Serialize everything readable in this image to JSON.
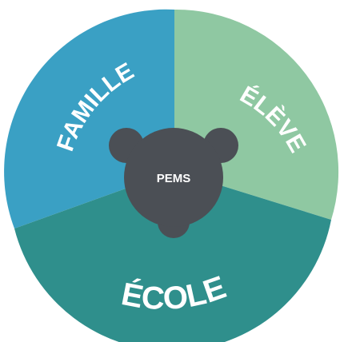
{
  "diagram": {
    "segments": [
      {
        "key": "famille",
        "label": "FAMILLE",
        "color": "#3aa0c4"
      },
      {
        "key": "eleve",
        "label": "ÉLÈVE",
        "color": "#8fc8a2"
      },
      {
        "key": "ecole",
        "label": "ÉCOLE",
        "color": "#2f8f8c"
      }
    ],
    "center": {
      "label": "PEMS",
      "color": "#4b4f55"
    }
  }
}
